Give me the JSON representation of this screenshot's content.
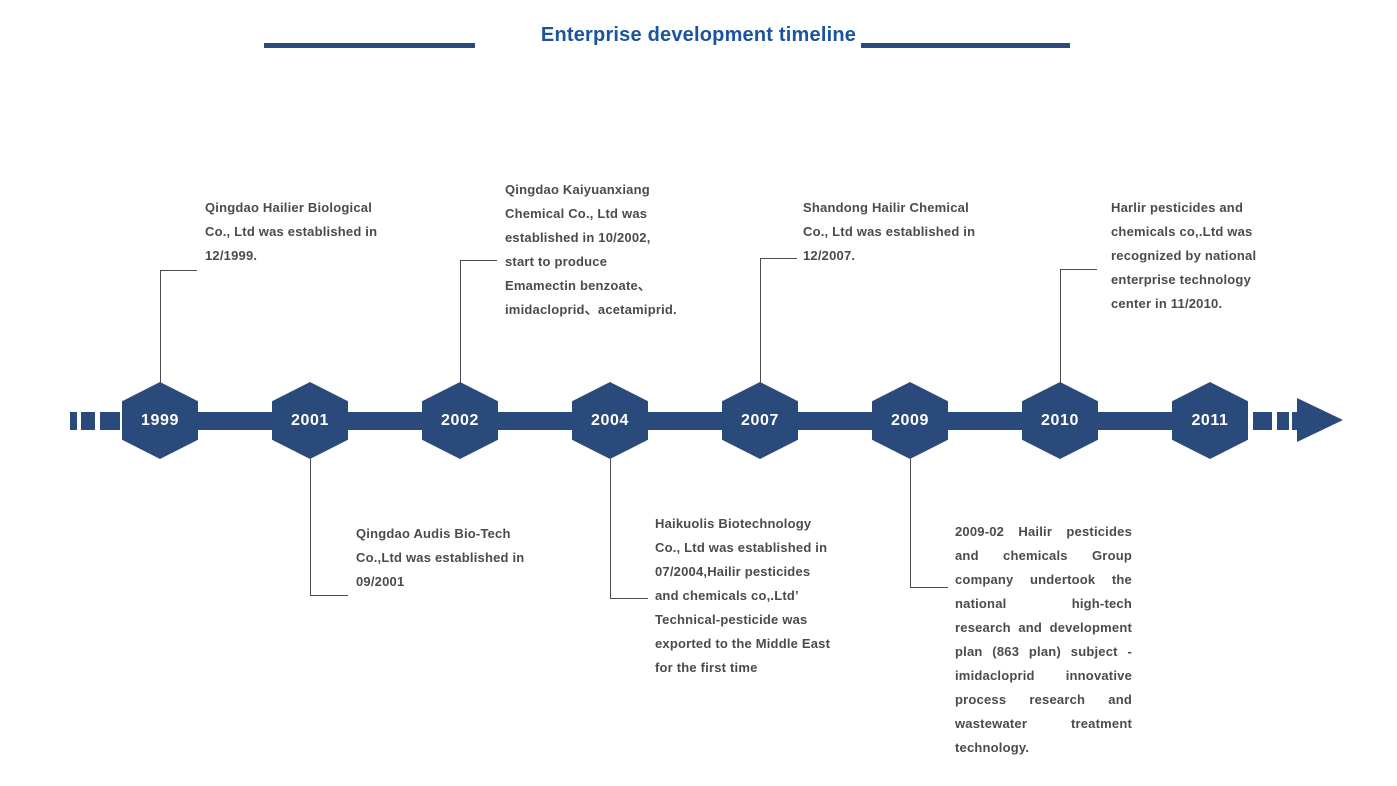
{
  "title": {
    "text": "Enterprise development timeline"
  },
  "colors": {
    "accent_navy": "#2b4a7c",
    "title_blue": "#1c549c",
    "body_text": "#4b4b4b",
    "year_text": "#ffffff"
  },
  "icons": {
    "arrow_right_icon": "solid right-pointing triangle at end of timeline"
  },
  "timeline": {
    "years": [
      "1999",
      "2001",
      "2002",
      "2004",
      "2007",
      "2009",
      "2010",
      "2011"
    ]
  },
  "events": [
    {
      "year": "1999",
      "side": "top",
      "lines": [
        "Qingdao Hailier Biological",
        "Co., Ltd was established in",
        "12/1999."
      ]
    },
    {
      "year": "2001",
      "side": "bottom",
      "lines": [
        "Qingdao Audis Bio-Tech",
        "Co.,Ltd was established in",
        "09/2001"
      ]
    },
    {
      "year": "2002",
      "side": "top",
      "lines": [
        "Qingdao Kaiyuanxiang",
        "Chemical Co., Ltd was",
        "established in 10/2002,",
        "start to produce",
        "Emamectin benzoate、",
        "imidacloprid、acetamiprid."
      ]
    },
    {
      "year": "2004",
      "side": "bottom",
      "lines": [
        "Haikuolis Biotechnology",
        "Co., Ltd was established in",
        "07/2004,Hailir pesticides",
        "and chemicals co,.Ltd’",
        "Technical-pesticide was",
        "exported to the Middle East",
        "for the first time"
      ]
    },
    {
      "year": "2007",
      "side": "top",
      "lines": [
        "Shandong Hailir Chemical",
        "Co., Ltd was established in",
        "12/2007."
      ]
    },
    {
      "year": "2009",
      "side": "bottom",
      "lines": [
        "2009-02 Hailir pesticides",
        "and chemicals Group",
        "company undertook the",
        "national high-tech",
        "research and development",
        "plan (863 plan) subject -",
        "imidacloprid innovative",
        "process research and",
        "wastewater treatment",
        "technology."
      ]
    },
    {
      "year": "2010",
      "side": "top",
      "lines": [
        "Harlir pesticides and",
        "chemicals co,.Ltd was",
        "recognized by national",
        "enterprise technology",
        "center in 11/2010."
      ]
    }
  ]
}
